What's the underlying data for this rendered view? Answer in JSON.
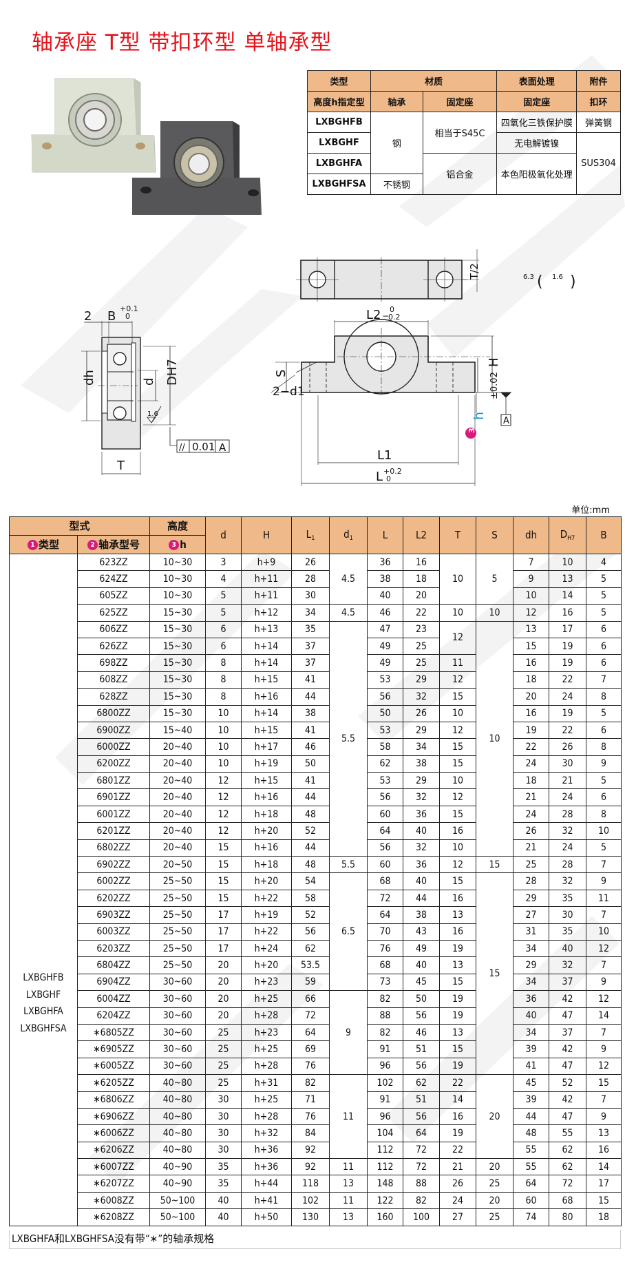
{
  "title": "轴承座 T型 带扣环型 单轴承型",
  "material_table": {
    "header_row1": {
      "type": "类型",
      "material": "材质",
      "surface": "表面处理",
      "accessory": "附件"
    },
    "header_row2": {
      "type": "高度h指定型",
      "bearing": "轴承",
      "seat": "固定座",
      "surface_seat": "固定座",
      "ring": "扣环"
    },
    "rows": [
      {
        "type": "LXBGHFB"
      },
      {
        "type": "LXBGHF"
      },
      {
        "type": "LXBGHFA"
      },
      {
        "type": "LXBGHFSA"
      }
    ],
    "bearing_steel": "钢",
    "bearing_stainless": "不锈钢",
    "seat_steel": "相当于S45C",
    "seat_alu": "铝合金",
    "surface_black": "四氧化三铁保护膜",
    "surface_nickel": "无电解镀镍",
    "surface_anodize": "本色阳极氧化处理",
    "ring_spring": "弹簧钢",
    "ring_sus": "SUS304"
  },
  "drawing": {
    "dim_2": "2",
    "dim_B": "B",
    "dim_B_tol": "+0.1 / 0",
    "dim_dh": "dh",
    "dim_d": "d",
    "dim_DH7": "DH7",
    "dim_T": "T",
    "roughness_1_6": "1.6",
    "parallelism": "//",
    "parallelism_value": "0.01",
    "datum_ref": "A",
    "dim_T2": "T/2",
    "roughness_general": "6.3",
    "roughness_paren": "1.6",
    "dim_L2": "L2",
    "dim_L2_tol": "0 / -0.2",
    "dim_2d1": "2−d1",
    "dim_H": "H",
    "dim_h": "h",
    "dim_h_tol": "±0.02",
    "dim_S": "S",
    "dim_L1": "L1",
    "dim_L": "L",
    "dim_L_tol": "+0.2 / 0",
    "datum": "A"
  },
  "unit_label": "单位:mm",
  "spec_table": {
    "headers": {
      "model": "型式",
      "height": "高度",
      "type": "类型",
      "bearing_no": "轴承型号",
      "h": "h",
      "badge1": "1",
      "badge2": "2",
      "badge3": "3",
      "d": "d",
      "H": "H",
      "L1": "L",
      "L1_sub": "1",
      "d1": "d",
      "d1_sub": "1",
      "L": "L",
      "L2": "L2",
      "T": "T",
      "S": "S",
      "dh": "dh",
      "DH7": "D",
      "DH7_sub": "H7",
      "B": "B"
    },
    "type_values": [
      "LXBGHFB",
      "LXBGHF",
      "LXBGHFA",
      "LXBGHFSA"
    ],
    "rows": [
      {
        "bearing": "623ZZ",
        "h": "10~30",
        "d": "3",
        "H": "h+9",
        "L1": "26",
        "L": "36",
        "L2": "16",
        "dh": "7",
        "DH7": "10",
        "B": "4"
      },
      {
        "bearing": "624ZZ",
        "h": "10~30",
        "d": "4",
        "H": "h+11",
        "L1": "28",
        "L": "38",
        "L2": "18",
        "dh": "9",
        "DH7": "13",
        "B": "5"
      },
      {
        "bearing": "605ZZ",
        "h": "10~30",
        "d": "5",
        "H": "h+11",
        "L1": "30",
        "L": "40",
        "L2": "20",
        "dh": "10",
        "DH7": "14",
        "B": "5"
      },
      {
        "bearing": "625ZZ",
        "h": "15~30",
        "d": "5",
        "H": "h+12",
        "L1": "34",
        "L": "46",
        "L2": "22",
        "T": "10",
        "dh": "12",
        "DH7": "16",
        "B": "5"
      },
      {
        "bearing": "606ZZ",
        "h": "15~30",
        "d": "6",
        "H": "h+13",
        "L1": "35",
        "L": "47",
        "L2": "23",
        "dh": "13",
        "DH7": "17",
        "B": "6"
      },
      {
        "bearing": "626ZZ",
        "h": "15~30",
        "d": "6",
        "H": "h+14",
        "L1": "37",
        "L": "49",
        "L2": "25",
        "dh": "15",
        "DH7": "19",
        "B": "6"
      },
      {
        "bearing": "698ZZ",
        "h": "15~30",
        "d": "8",
        "H": "h+14",
        "L1": "37",
        "L": "49",
        "L2": "25",
        "T": "11",
        "dh": "16",
        "DH7": "19",
        "B": "6"
      },
      {
        "bearing": "608ZZ",
        "h": "15~30",
        "d": "8",
        "H": "h+15",
        "L1": "41",
        "L": "53",
        "L2": "29",
        "T": "12",
        "dh": "18",
        "DH7": "22",
        "B": "7"
      },
      {
        "bearing": "628ZZ",
        "h": "15~30",
        "d": "8",
        "H": "h+16",
        "L1": "44",
        "L": "56",
        "L2": "32",
        "T": "15",
        "dh": "20",
        "DH7": "24",
        "B": "8"
      },
      {
        "bearing": "6800ZZ",
        "h": "15~30",
        "d": "10",
        "H": "h+14",
        "L1": "38",
        "L": "50",
        "L2": "26",
        "T": "10",
        "dh": "16",
        "DH7": "19",
        "B": "5"
      },
      {
        "bearing": "6900ZZ",
        "h": "15~40",
        "d": "10",
        "H": "h+15",
        "L1": "41",
        "L": "53",
        "L2": "29",
        "T": "12",
        "dh": "19",
        "DH7": "22",
        "B": "6"
      },
      {
        "bearing": "6000ZZ",
        "h": "20~40",
        "d": "10",
        "H": "h+17",
        "L1": "46",
        "L": "58",
        "L2": "34",
        "T": "15",
        "dh": "22",
        "DH7": "26",
        "B": "8"
      },
      {
        "bearing": "6200ZZ",
        "h": "20~40",
        "d": "10",
        "H": "h+19",
        "L1": "50",
        "L": "62",
        "L2": "38",
        "T": "15",
        "dh": "24",
        "DH7": "30",
        "B": "9"
      },
      {
        "bearing": "6801ZZ",
        "h": "20~40",
        "d": "12",
        "H": "h+15",
        "L1": "41",
        "L": "53",
        "L2": "29",
        "T": "10",
        "dh": "18",
        "DH7": "21",
        "B": "5"
      },
      {
        "bearing": "6901ZZ",
        "h": "20~40",
        "d": "12",
        "H": "h+16",
        "L1": "44",
        "L": "56",
        "L2": "32",
        "T": "12",
        "dh": "21",
        "DH7": "24",
        "B": "6"
      },
      {
        "bearing": "6001ZZ",
        "h": "20~40",
        "d": "12",
        "H": "h+18",
        "L1": "48",
        "L": "60",
        "L2": "36",
        "T": "15",
        "dh": "24",
        "DH7": "28",
        "B": "8"
      },
      {
        "bearing": "6201ZZ",
        "h": "20~40",
        "d": "12",
        "H": "h+20",
        "L1": "52",
        "L": "64",
        "L2": "40",
        "T": "16",
        "dh": "26",
        "DH7": "32",
        "B": "10"
      },
      {
        "bearing": "6802ZZ",
        "h": "20~40",
        "d": "15",
        "H": "h+16",
        "L1": "44",
        "L": "56",
        "L2": "32",
        "T": "10",
        "dh": "21",
        "DH7": "24",
        "B": "5"
      },
      {
        "bearing": "6902ZZ",
        "h": "20~50",
        "d": "15",
        "H": "h+18",
        "L1": "48",
        "L": "60",
        "L2": "36",
        "T": "12",
        "dh": "25",
        "DH7": "28",
        "B": "7"
      },
      {
        "bearing": "6002ZZ",
        "h": "25~50",
        "d": "15",
        "H": "h+20",
        "L1": "54",
        "L": "68",
        "L2": "40",
        "T": "15",
        "dh": "28",
        "DH7": "32",
        "B": "9"
      },
      {
        "bearing": "6202ZZ",
        "h": "25~50",
        "d": "15",
        "H": "h+22",
        "L1": "58",
        "L": "72",
        "L2": "44",
        "T": "16",
        "dh": "29",
        "DH7": "35",
        "B": "11"
      },
      {
        "bearing": "6903ZZ",
        "h": "25~50",
        "d": "17",
        "H": "h+19",
        "L1": "52",
        "L": "64",
        "L2": "38",
        "T": "13",
        "dh": "27",
        "DH7": "30",
        "B": "7"
      },
      {
        "bearing": "6003ZZ",
        "h": "25~50",
        "d": "17",
        "H": "h+22",
        "L1": "56",
        "L": "70",
        "L2": "43",
        "T": "16",
        "dh": "31",
        "DH7": "35",
        "B": "10"
      },
      {
        "bearing": "6203ZZ",
        "h": "25~50",
        "d": "17",
        "H": "h+24",
        "L1": "62",
        "L": "76",
        "L2": "49",
        "T": "19",
        "dh": "34",
        "DH7": "40",
        "B": "12"
      },
      {
        "bearing": "6804ZZ",
        "h": "25~50",
        "d": "20",
        "H": "h+20",
        "L1": "53.5",
        "L": "68",
        "L2": "40",
        "T": "13",
        "dh": "29",
        "DH7": "32",
        "B": "7"
      },
      {
        "bearing": "6904ZZ",
        "h": "30~60",
        "d": "20",
        "H": "h+23",
        "L1": "59",
        "L": "73",
        "L2": "45",
        "T": "15",
        "dh": "34",
        "DH7": "37",
        "B": "9"
      },
      {
        "bearing": "6004ZZ",
        "h": "30~60",
        "d": "20",
        "H": "h+25",
        "L1": "66",
        "L": "82",
        "L2": "50",
        "T": "19",
        "dh": "36",
        "DH7": "42",
        "B": "12"
      },
      {
        "bearing": "6204ZZ",
        "h": "30~60",
        "d": "20",
        "H": "h+28",
        "L1": "72",
        "L": "88",
        "L2": "56",
        "T": "19",
        "dh": "40",
        "DH7": "47",
        "B": "14"
      },
      {
        "bearing": "∗6805ZZ",
        "h": "30~60",
        "d": "25",
        "H": "h+23",
        "L1": "64",
        "L": "82",
        "L2": "46",
        "T": "13",
        "dh": "34",
        "DH7": "37",
        "B": "7"
      },
      {
        "bearing": "∗6905ZZ",
        "h": "30~60",
        "d": "25",
        "H": "h+25",
        "L1": "69",
        "L": "91",
        "L2": "51",
        "T": "15",
        "dh": "39",
        "DH7": "42",
        "B": "9"
      },
      {
        "bearing": "∗6005ZZ",
        "h": "30~60",
        "d": "25",
        "H": "h+28",
        "L1": "76",
        "L": "96",
        "L2": "56",
        "T": "19",
        "dh": "41",
        "DH7": "47",
        "B": "12"
      },
      {
        "bearing": "∗6205ZZ",
        "h": "40~80",
        "d": "25",
        "H": "h+31",
        "L1": "82",
        "L": "102",
        "L2": "62",
        "T": "22",
        "dh": "45",
        "DH7": "52",
        "B": "15"
      },
      {
        "bearing": "∗6806ZZ",
        "h": "40~80",
        "d": "30",
        "H": "h+25",
        "L1": "71",
        "L": "91",
        "L2": "51",
        "T": "14",
        "dh": "39",
        "DH7": "42",
        "B": "7"
      },
      {
        "bearing": "∗6906ZZ",
        "h": "40~80",
        "d": "30",
        "H": "h+28",
        "L1": "76",
        "L": "96",
        "L2": "56",
        "T": "16",
        "dh": "44",
        "DH7": "47",
        "B": "9"
      },
      {
        "bearing": "∗6006ZZ",
        "h": "40~80",
        "d": "30",
        "H": "h+32",
        "L1": "84",
        "L": "104",
        "L2": "64",
        "T": "19",
        "dh": "48",
        "DH7": "55",
        "B": "13"
      },
      {
        "bearing": "∗6206ZZ",
        "h": "40~80",
        "d": "30",
        "H": "h+36",
        "L1": "92",
        "L": "112",
        "L2": "72",
        "T": "22",
        "dh": "55",
        "DH7": "62",
        "B": "16"
      },
      {
        "bearing": "∗6007ZZ",
        "h": "40~90",
        "d": "35",
        "H": "h+36",
        "L1": "92",
        "d1": "11",
        "L": "112",
        "L2": "72",
        "T": "21",
        "S": "20",
        "dh": "55",
        "DH7": "62",
        "B": "14"
      },
      {
        "bearing": "∗6207ZZ",
        "h": "40~90",
        "d": "35",
        "H": "h+44",
        "L1": "118",
        "d1": "13",
        "L": "148",
        "L2": "88",
        "T": "26",
        "S": "25",
        "dh": "64",
        "DH7": "72",
        "B": "17"
      },
      {
        "bearing": "∗6008ZZ",
        "h": "50~100",
        "d": "40",
        "H": "h+41",
        "L1": "102",
        "d1": "11",
        "L": "122",
        "L2": "82",
        "T": "24",
        "S": "20",
        "dh": "60",
        "DH7": "68",
        "B": "15"
      },
      {
        "bearing": "∗6208ZZ",
        "h": "50~100",
        "d": "40",
        "H": "h+50",
        "L1": "130",
        "d1": "13",
        "L": "160",
        "L2": "100",
        "T": "27",
        "S": "25",
        "dh": "74",
        "DH7": "80",
        "B": "18"
      }
    ],
    "merged": {
      "T_rows_0_2": "10",
      "S_rows_0_2": "5",
      "d1_rows_0_2": "4.5",
      "d1_row_3": "4.5",
      "S_row_3": "10",
      "T_rows_4_5": "12",
      "d1_rows_4_17": "5.5",
      "S_rows_4_17": "10",
      "d1_row_18": "5.5",
      "S_row_18": "15",
      "d1_rows_19_25": "6.5",
      "S_rows_19_30": "15",
      "d1_rows_26_30": "9",
      "d1_rows_31_35": "11",
      "S_rows_31_35": "20"
    }
  },
  "footnote": "LXBGHFA和LXBGHFSA没有带“∗”的轴承规格"
}
